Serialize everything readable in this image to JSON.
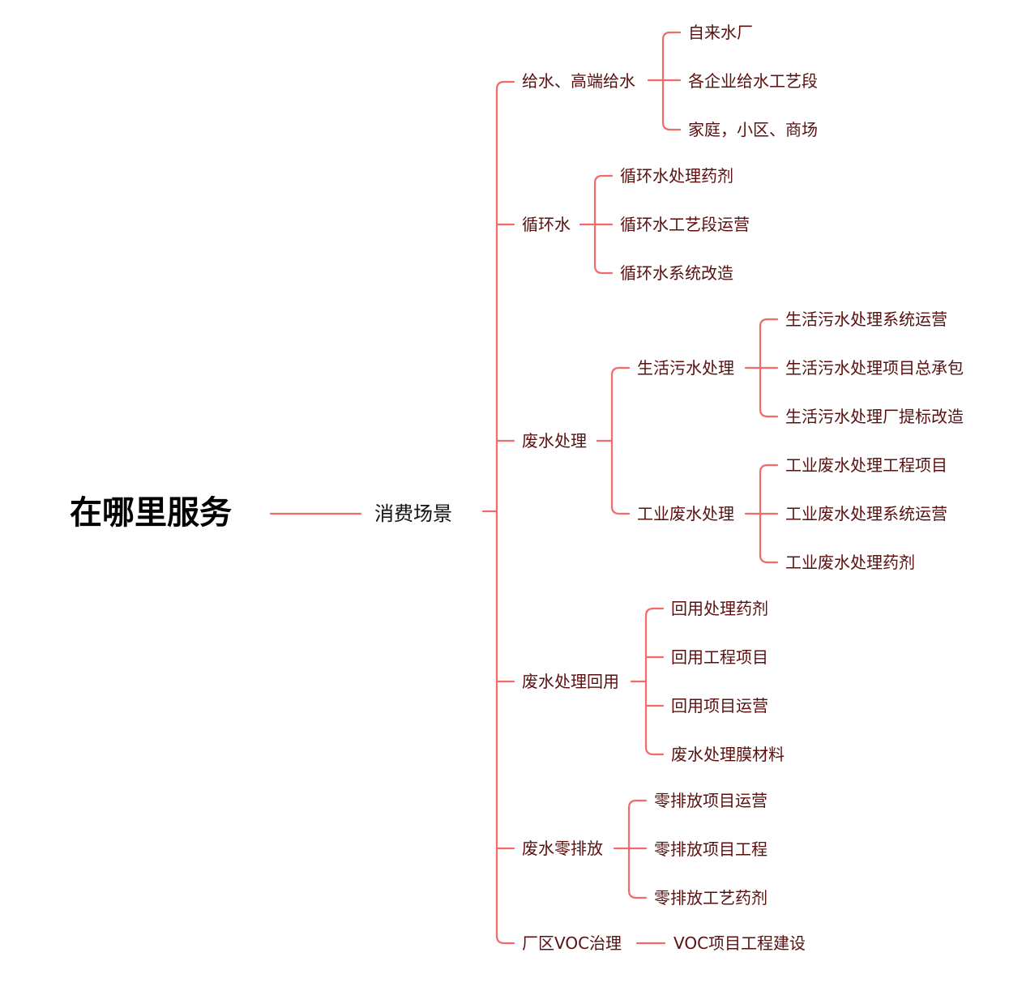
{
  "mindmap": {
    "root": "在哪里服务",
    "center": "消费场景",
    "branches": [
      {
        "label": "给水、高端给水",
        "children": [
          "自来水厂",
          "各企业给水工艺段",
          "家庭，小区、商场"
        ]
      },
      {
        "label": "循环水",
        "children": [
          "循环水处理药剂",
          "循环水工艺段运营",
          "循环水系统改造"
        ]
      },
      {
        "label": "废水处理",
        "groups": [
          {
            "label": "生活污水处理",
            "children": [
              "生活污水处理系统运营",
              "生活污水处理项目总承包",
              "生活污水处理厂提标改造"
            ]
          },
          {
            "label": "工业废水处理",
            "children": [
              "工业废水处理工程项目",
              "工业废水处理系统运营",
              "工业废水处理药剂"
            ]
          }
        ]
      },
      {
        "label": "废水处理回用",
        "children": [
          "回用处理药剂",
          "回用工程项目",
          "回用项目运营",
          "废水处理膜材料"
        ]
      },
      {
        "label": "废水零排放",
        "children": [
          "零排放项目运营",
          "零排放项目工程",
          "零排放工艺药剂"
        ]
      },
      {
        "label": "厂区VOC治理",
        "children": [
          "VOC项目工程建设"
        ]
      }
    ]
  },
  "colors": {
    "line": "#f26b6b",
    "node_text": "#5a0f0f",
    "root_text": "#000000"
  }
}
